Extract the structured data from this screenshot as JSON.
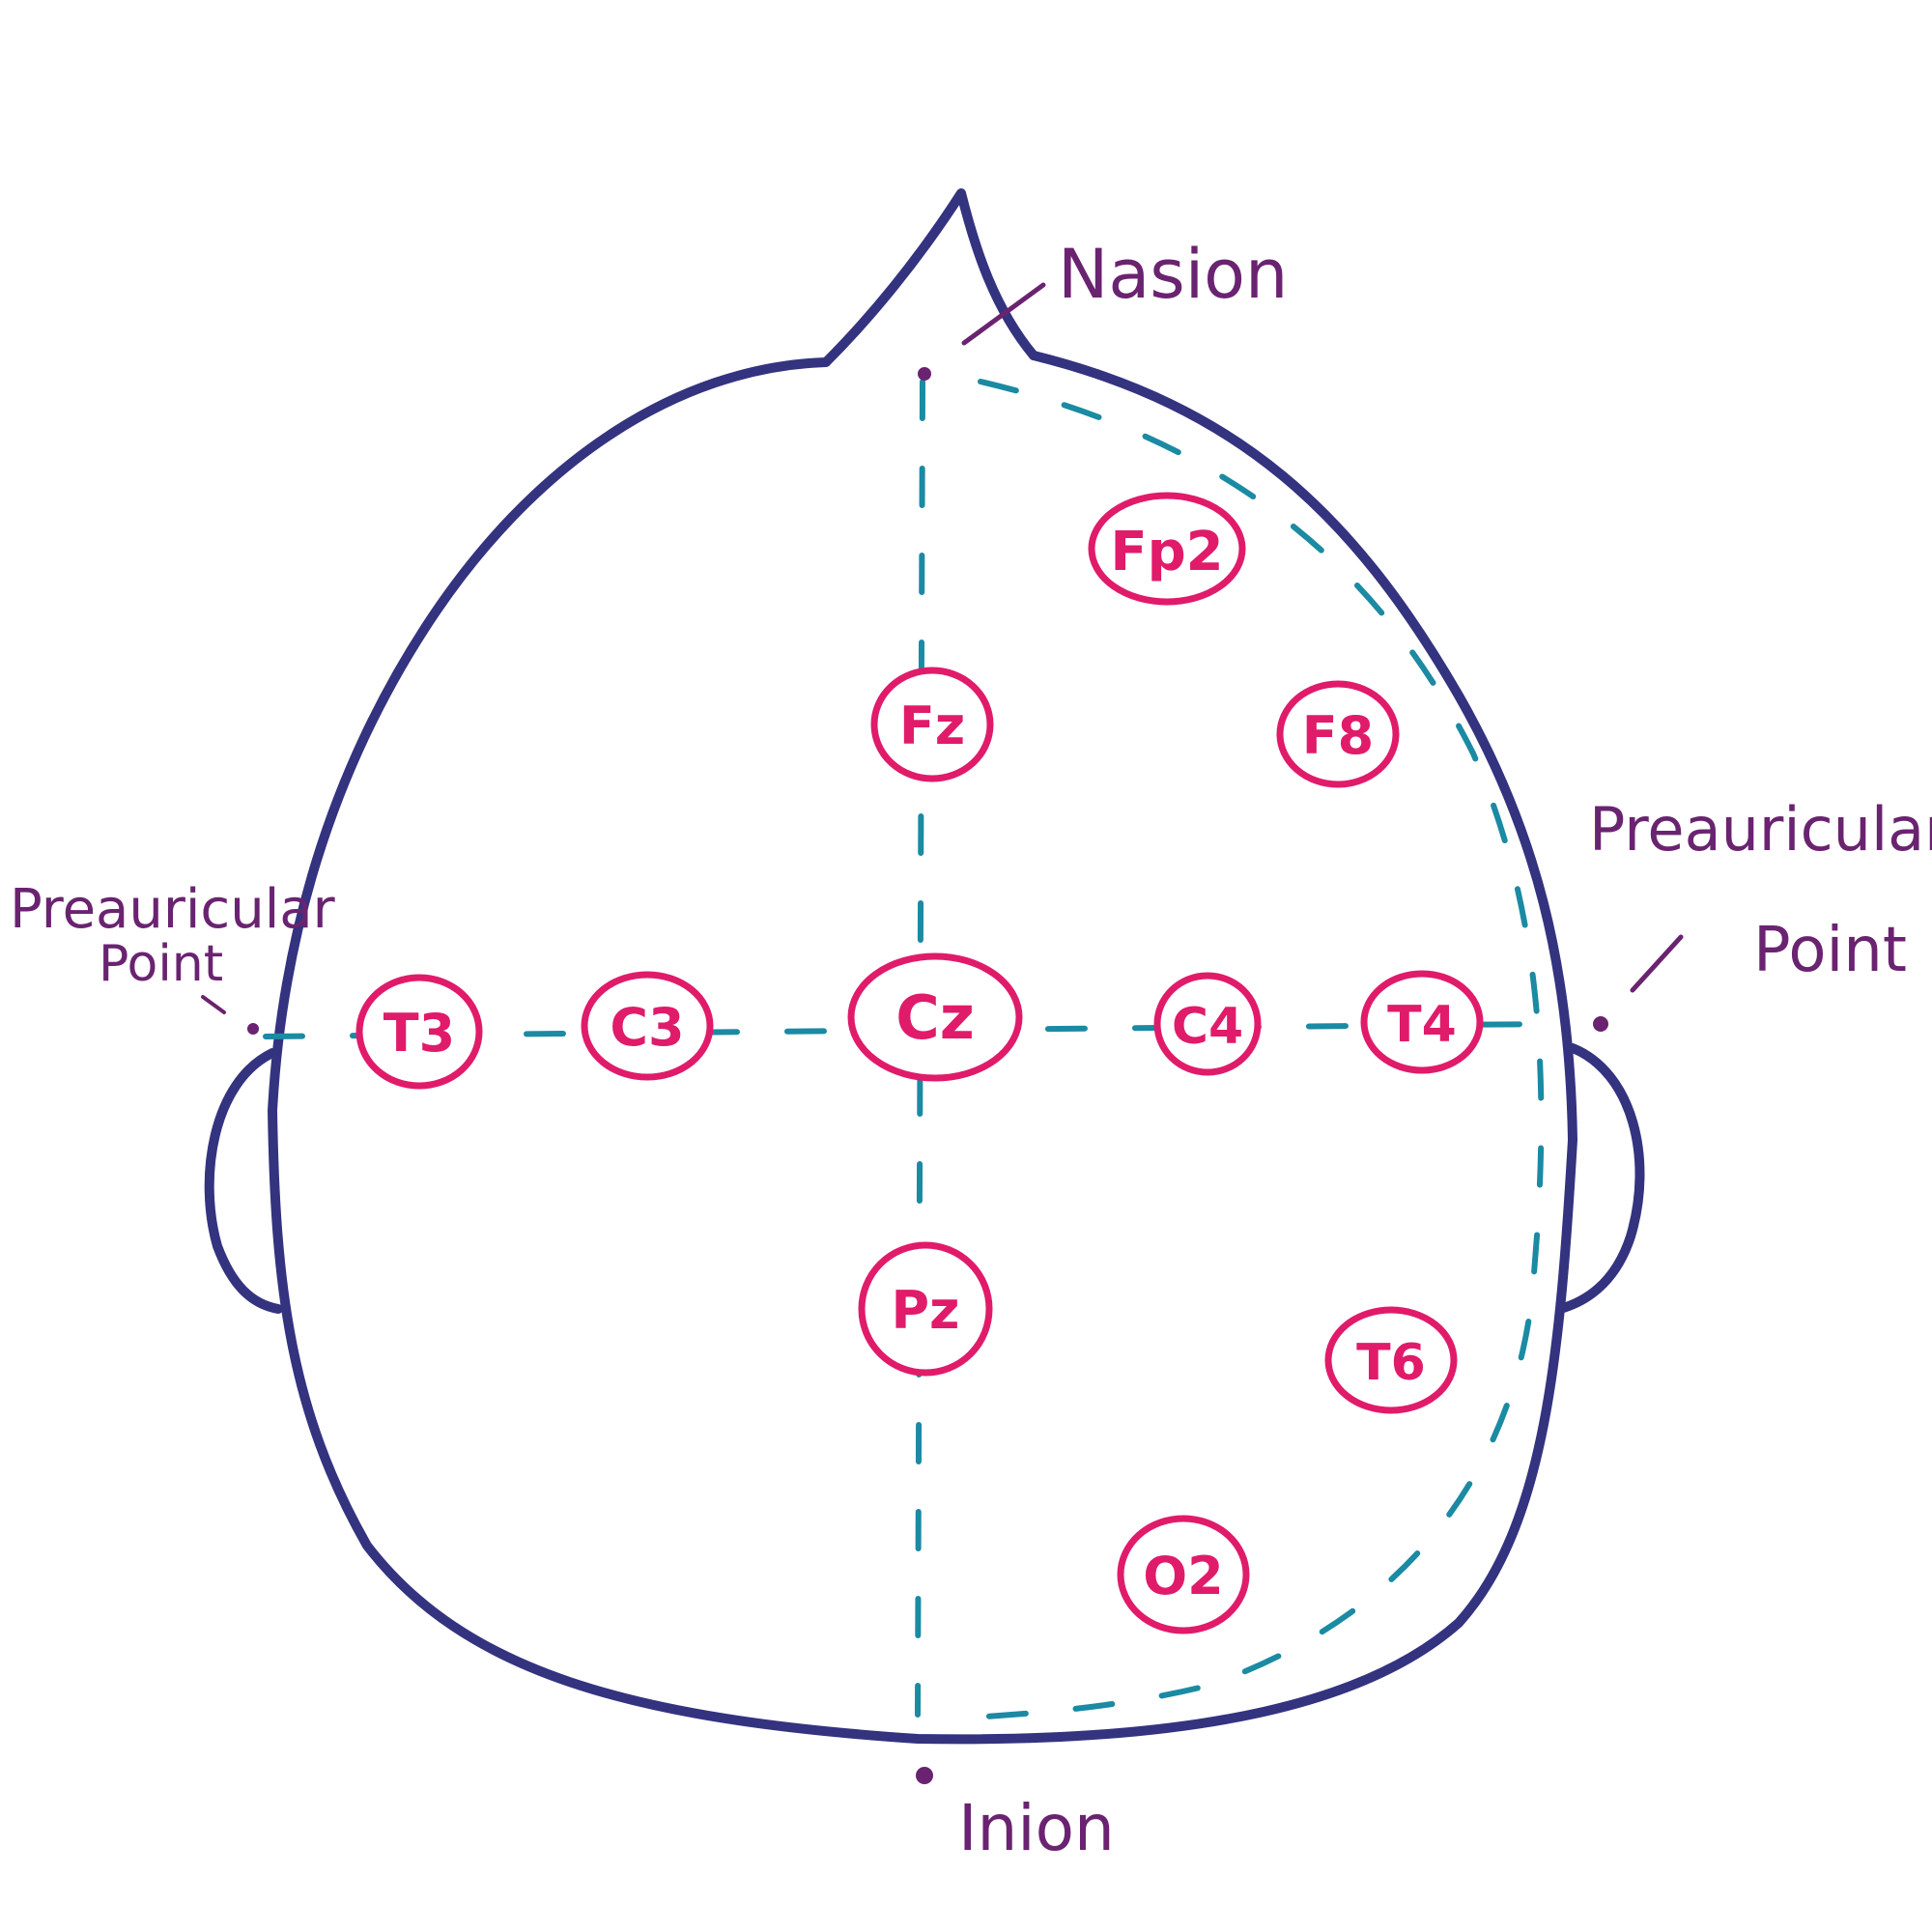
{
  "colors": {
    "head_outline": "#34337f",
    "guide_dashes": "#1b8aa3",
    "electrode": "#e01b6a",
    "landmark_label": "#6a2370"
  },
  "landmarks": {
    "nasion": "Nasion",
    "inion": "Inion",
    "left_preauricular_line1": "Preauricular",
    "left_preauricular_line2": "Point",
    "right_preauricular_line1": "Preauricular",
    "right_preauricular_line2": "Point"
  },
  "electrodes": {
    "fp2": "Fp2",
    "fz": "Fz",
    "f8": "F8",
    "t3": "T3",
    "c3": "C3",
    "cz": "Cz",
    "c4": "C4",
    "t4": "T4",
    "pz": "Pz",
    "t6": "T6",
    "o2": "O2"
  }
}
